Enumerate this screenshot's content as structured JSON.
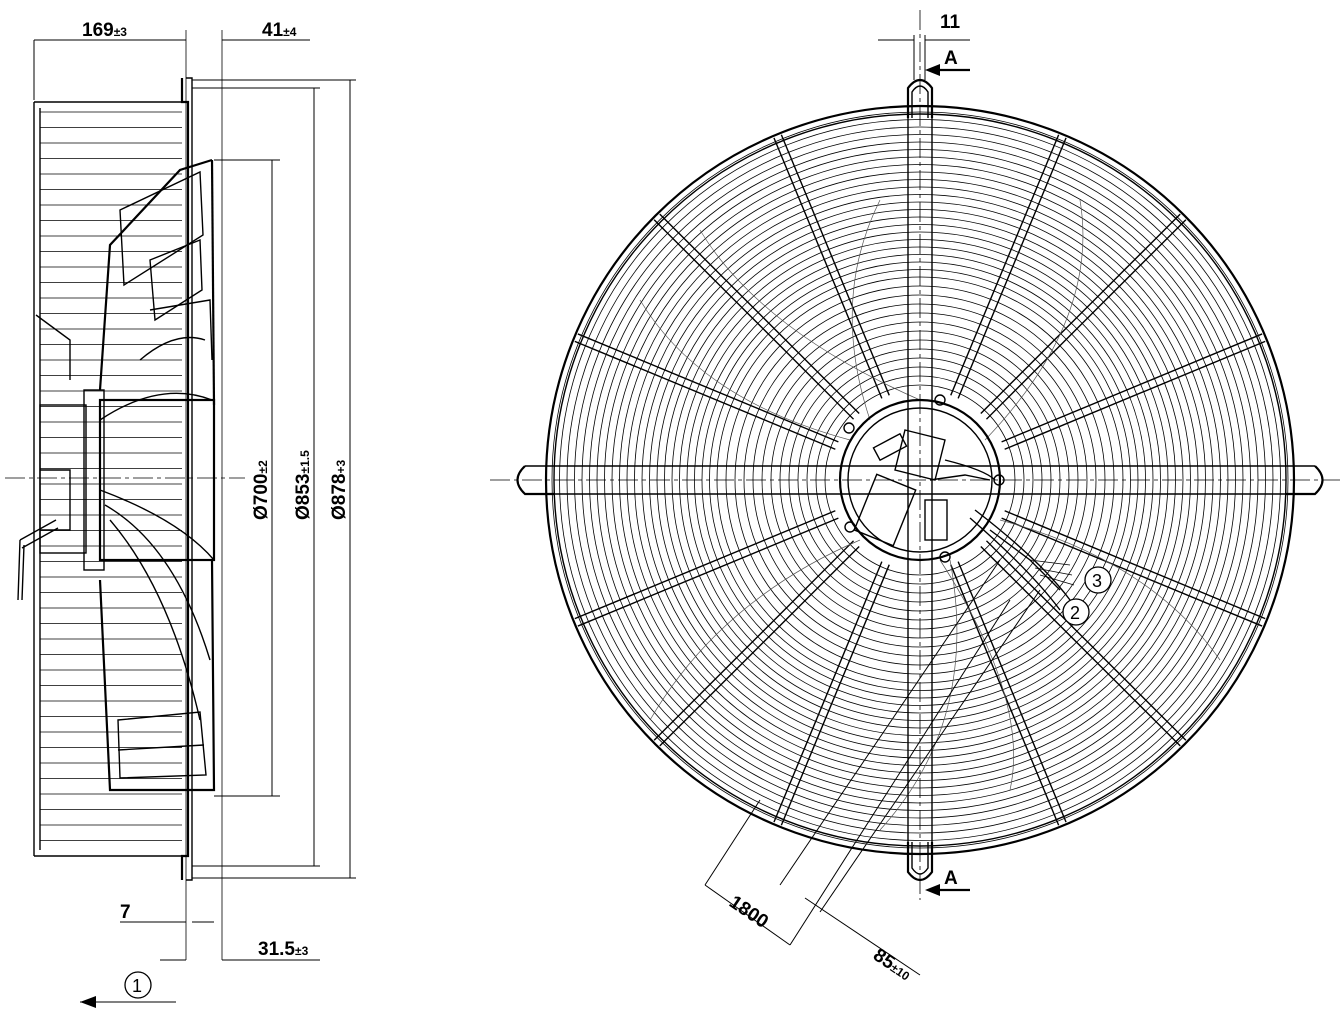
{
  "side_view": {
    "dim_depth": {
      "value": "169",
      "tol": "±3"
    },
    "dim_offset_top": {
      "value": "41",
      "tol": "±4"
    },
    "dim_d_impeller": {
      "value": "Ø700",
      "tol": "±2"
    },
    "dim_d_ring": {
      "value": "Ø853",
      "tol": "±1.5"
    },
    "dim_d_outer": {
      "value": "Ø878",
      "tol": "+3"
    },
    "dim_flange": {
      "value": "7"
    },
    "dim_offset_bottom": {
      "value": "31.5",
      "tol": "±3"
    },
    "callout_flow": "1"
  },
  "front_view": {
    "dim_guard_width": "11",
    "section_top": "A",
    "section_bottom": "A",
    "dim_cable_length": "1800",
    "dim_cable_strip": {
      "value": "85",
      "tol": "±10"
    },
    "callout_cable_a": "3",
    "callout_cable_b": "2"
  }
}
